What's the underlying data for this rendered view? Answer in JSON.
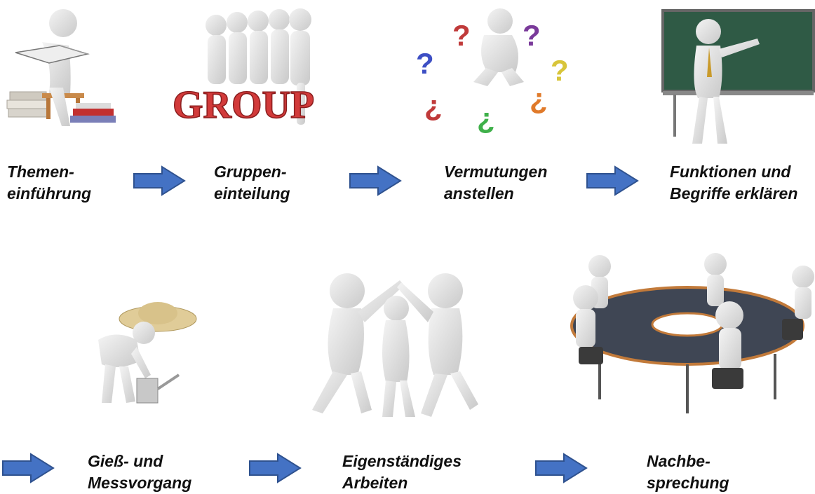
{
  "steps": [
    {
      "line1": "Themen-",
      "line2": "einführung"
    },
    {
      "line1": "Gruppen-",
      "line2": "einteilung"
    },
    {
      "line1": "Vermutungen",
      "line2": "anstellen"
    },
    {
      "line1": "Funktionen und",
      "line2": "Begriffe erklären"
    },
    {
      "line1": "Gieß- und",
      "line2": "Messvorgang"
    },
    {
      "line1": "Eigenständiges",
      "line2": "Arbeiten"
    },
    {
      "line1": "Nachbe-",
      "line2": "sprechung"
    }
  ],
  "group_sign": "GROUP",
  "colors": {
    "arrow": "#4472c4",
    "figure": "#e6e6e6",
    "group_red": "#d23a3a",
    "board": "#2f5a45",
    "table": "#3f4654"
  }
}
